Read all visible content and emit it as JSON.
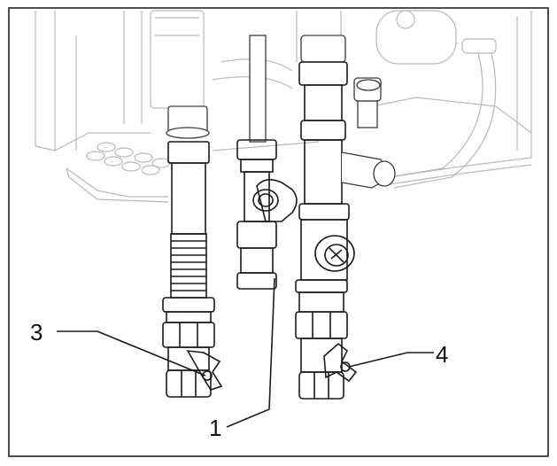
{
  "diagram": {
    "callouts": [
      {
        "label": "3",
        "part": "left-valve"
      },
      {
        "label": "4",
        "part": "right-valve"
      },
      {
        "label": "1",
        "part": "center-connection"
      }
    ],
    "colors": {
      "background": "#ffffff",
      "line": "#1a1a1a",
      "faint_line": "#b8b8b8",
      "frame": "#222222"
    }
  }
}
